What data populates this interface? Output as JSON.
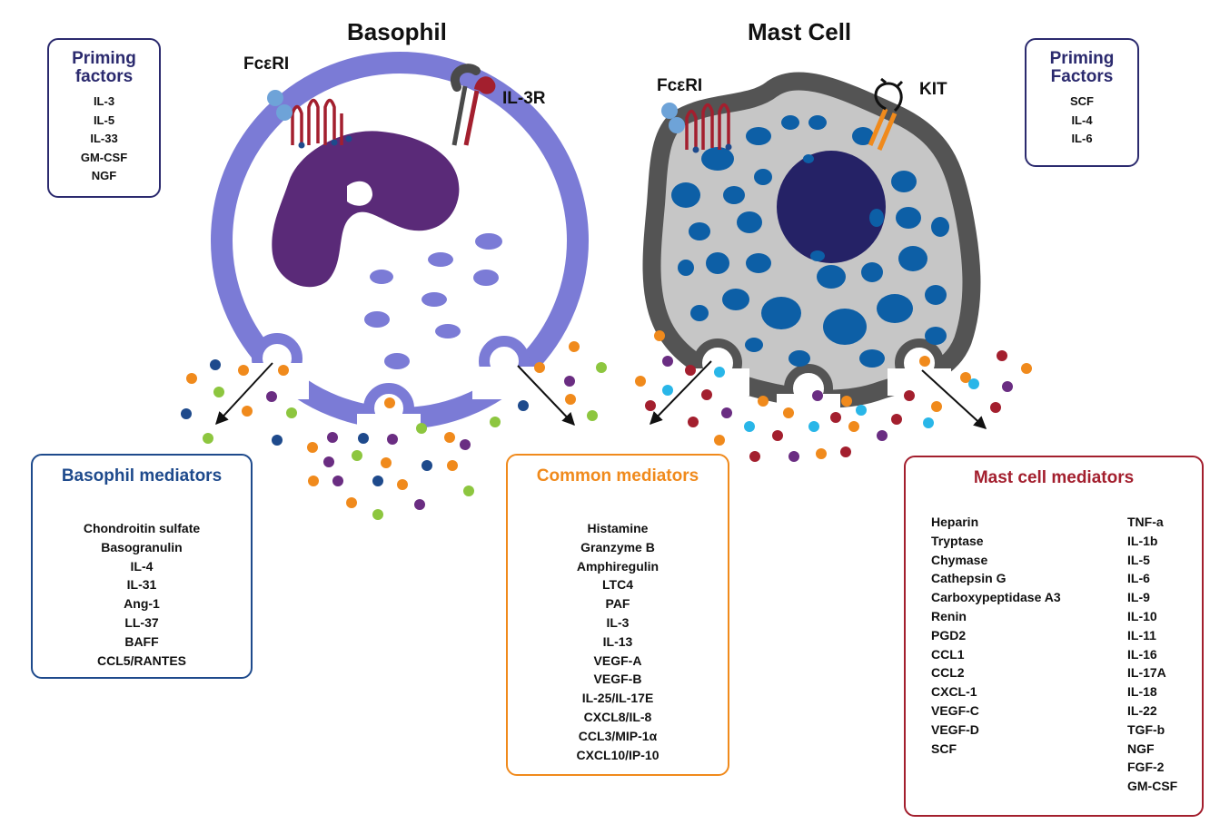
{
  "titles": {
    "basophil": "Basophil",
    "mast_cell": "Mast Cell"
  },
  "receptors": {
    "basophil_fce": "FcεRI",
    "il3r": "IL-3R",
    "mast_fce": "FcεRI",
    "kit": "KIT"
  },
  "priming_left": {
    "title_line1": "Priming",
    "title_line2": "factors",
    "items": [
      "IL-3",
      "IL-5",
      "IL-33",
      "GM-CSF",
      "NGF"
    ]
  },
  "priming_right": {
    "title_line1": "Priming",
    "title_line2": "Factors",
    "items": [
      "SCF",
      "IL-4",
      "IL-6"
    ]
  },
  "basophil_mediators": {
    "title": "Basophil mediators",
    "items": [
      "Chondroitin sulfate",
      "Basogranulin",
      "IL-4",
      "IL-31",
      "Ang-1",
      "LL-37",
      "BAFF",
      "CCL5/RANTES"
    ]
  },
  "common_mediators": {
    "title": "Common mediators",
    "items": [
      "Histamine",
      "Granzyme B",
      "Amphiregulin",
      "LTC4",
      "PAF",
      "IL-3",
      "IL-13",
      "VEGF-A",
      "VEGF-B",
      "IL-25/IL-17E",
      "CXCL8/IL-8",
      "CCL3/MIP-1α",
      "CXCL10/IP-10"
    ]
  },
  "mast_mediators": {
    "title": "Mast cell mediators",
    "col1": [
      "Heparin",
      "Tryptase",
      "Chymase",
      "Cathepsin G",
      "Carboxypeptidase A3",
      "Renin",
      "PGD2",
      "CCL1",
      "CCL2",
      "CXCL-1",
      "VEGF-C",
      "VEGF-D",
      "SCF"
    ],
    "col2": [
      "TNF-a",
      "IL-1b",
      "IL-5",
      "IL-6",
      "IL-9",
      "IL-10",
      "IL-11",
      "IL-16",
      "IL-17A",
      "IL-18",
      "IL-22",
      "TGF-b",
      "NGF",
      "FGF-2",
      "GM-CSF"
    ]
  },
  "colors": {
    "navy": "#2b2a6e",
    "basophil_blue": "#1e4a8c",
    "common_orange": "#f08a1c",
    "mast_red": "#a31f2e",
    "basophil_membrane": "#7b7bd6",
    "nucleus": "#5a2a78",
    "mast_membrane": "#545454",
    "mast_granule": "#0d5fa6"
  }
}
